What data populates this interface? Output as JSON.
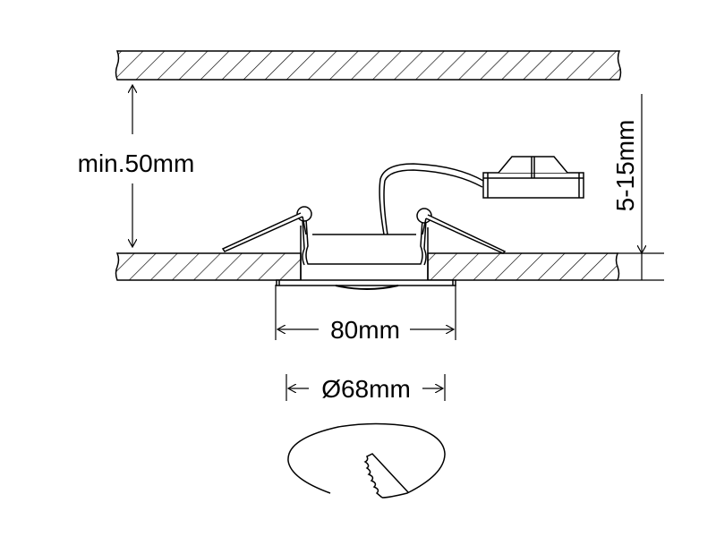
{
  "diagram": {
    "type": "technical installation drawing",
    "subject": "recessed downlight fitting in ceiling",
    "dimensions": {
      "clearance": "min.50mm",
      "ceiling_thickness": "5-15mm",
      "outer_diameter": "80mm",
      "cutout_diameter": "Ø68mm"
    },
    "colors": {
      "line": "#000000",
      "background": "#ffffff"
    }
  }
}
